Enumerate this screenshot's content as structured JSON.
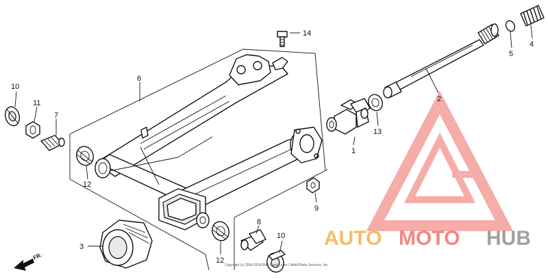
{
  "diagram": {
    "callouts": [
      {
        "id": "c1",
        "label": "1"
      },
      {
        "id": "c2",
        "label": "2"
      },
      {
        "id": "c3",
        "label": "3"
      },
      {
        "id": "c4",
        "label": "4"
      },
      {
        "id": "c5",
        "label": "5"
      },
      {
        "id": "c6",
        "label": "6"
      },
      {
        "id": "c7",
        "label": "7"
      },
      {
        "id": "c8",
        "label": "8"
      },
      {
        "id": "c9",
        "label": "9"
      },
      {
        "id": "c10a",
        "label": "10"
      },
      {
        "id": "c10b",
        "label": "10"
      },
      {
        "id": "c11",
        "label": "11"
      },
      {
        "id": "c12a",
        "label": "12"
      },
      {
        "id": "c12b",
        "label": "12"
      },
      {
        "id": "c13",
        "label": "13"
      },
      {
        "id": "c14",
        "label": "14"
      }
    ],
    "front_marker": "FR.",
    "copyright": "Copyright (c) 2004-2024 Bike Bandit.com / Web2Parts Services, Inc."
  },
  "watermark": {
    "part1": "AUTO",
    "part2": "MOTO",
    "part3": "HUB",
    "colors": {
      "orange": "#f0b040",
      "red": "#ef6a62",
      "gray": "#8a8a8a"
    }
  }
}
